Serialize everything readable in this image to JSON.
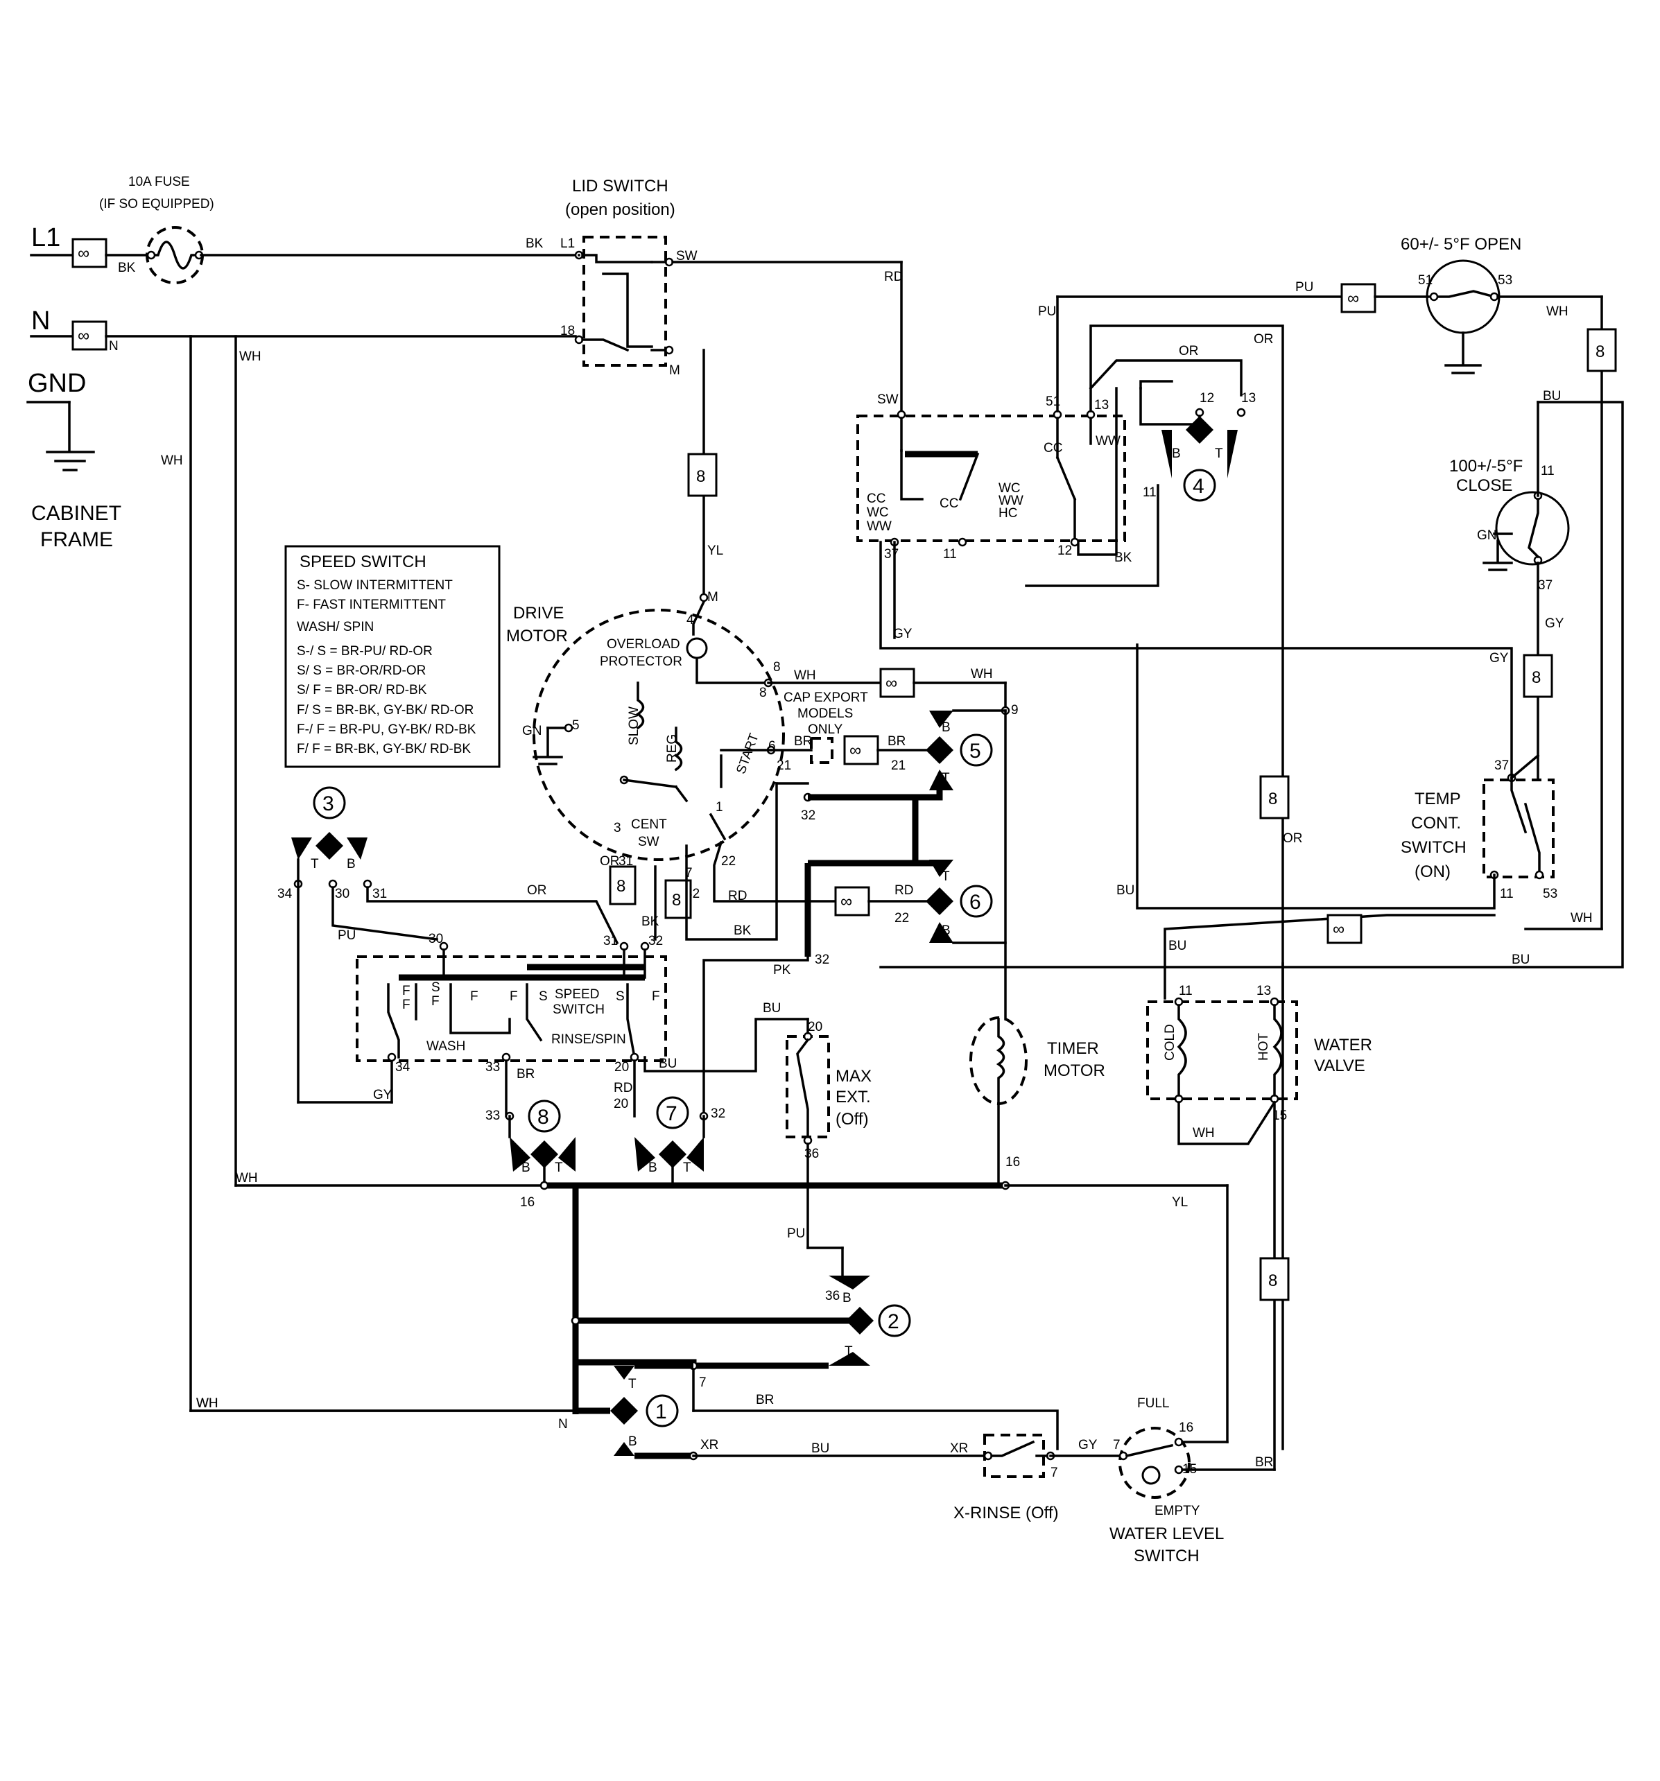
{
  "power": {
    "l1": "L1",
    "n": "N",
    "gnd": "GND",
    "cabinet": [
      "CABINET",
      "FRAME"
    ]
  },
  "fuse": {
    "title": "10A FUSE",
    "note": "(IF SO EQUIPPED)"
  },
  "lid_switch": {
    "title": "LID SWITCH",
    "subtitle": "(open position)"
  },
  "thermostat_open": {
    "title": "60+/- 5°F OPEN"
  },
  "thermostat_close": {
    "title": [
      "100+/-5°F",
      "CLOSE"
    ]
  },
  "speed_switch_legend": {
    "title": "SPEED SWITCH",
    "lines": [
      "S- SLOW INTERMITTENT",
      "F- FAST INTERMITTENT",
      "WASH/ SPIN",
      "S-/ S = BR-PU/ RD-OR",
      "S/ S = BR-OR/RD-OR",
      "S/ F = BR-OR/ RD-BK",
      "F/ S = BR-BK, GY-BK/ RD-OR",
      "F-/ F = BR-PU, GY-BK/ RD-BK",
      "F/ F = BR-BK, GY-BK/ RD-BK"
    ]
  },
  "drive_motor": {
    "title": [
      "DRIVE",
      "MOTOR"
    ],
    "overload": [
      "OVERLOAD",
      "PROTECTOR"
    ],
    "slow": "SLOW",
    "reg": "REG",
    "start": "START",
    "cent": [
      "CENT",
      "SW"
    ]
  },
  "cap_export": [
    "CAP EXPORT",
    "MODELS",
    "ONLY"
  ],
  "timer_motor": [
    "TIMER",
    "MOTOR"
  ],
  "water_valve": {
    "title": [
      "WATER",
      "VALVE"
    ],
    "cold": "COLD",
    "hot": "HOT"
  },
  "temp_switch": [
    "TEMP",
    "CONT.",
    "SWITCH",
    "(ON)"
  ],
  "max_ext": [
    "MAX",
    "EXT.",
    "(Off)"
  ],
  "speed_switch_block": {
    "label": [
      "SPEED",
      "SWITCH"
    ],
    "wash": "WASH",
    "rinse_spin": "RINSE/SPIN"
  },
  "x_rinse": "X-RINSE (Off)",
  "water_level": {
    "full": "FULL",
    "empty": "EMPTY",
    "title": [
      "WATER LEVEL",
      "SWITCH"
    ]
  },
  "timer_cams": [
    "1",
    "2",
    "3",
    "4",
    "5",
    "6",
    "7",
    "8"
  ],
  "wire_colors": {
    "bk": "BK",
    "wh": "WH",
    "rd": "RD",
    "yl": "YL",
    "pu": "PU",
    "or": "OR",
    "bu": "BU",
    "gy": "GY",
    "gn": "GN",
    "br": "BR",
    "pk": "PK",
    "sw": "SW",
    "m": "M"
  },
  "terminals": {
    "l1": "L1",
    "n": "N",
    "t18": "18",
    "t37": "37",
    "t11": "11",
    "t12": "12",
    "t13": "13",
    "t51": "51",
    "t53": "53",
    "t6": "6",
    "t8": "8",
    "t9": "9",
    "t21": "21",
    "t22": "22",
    "t32": "32",
    "t34": "34",
    "t30": "30",
    "t31": "31",
    "t33": "33",
    "t20": "20",
    "t36": "36",
    "t16": "16",
    "t15": "15",
    "t7": "7",
    "t4": "4",
    "t5": "5",
    "t3": "3",
    "t1": "1",
    "xr": "XR",
    "cc": "CC",
    "wc": "WC",
    "ww": "WW",
    "hc": "HC",
    "s": "S",
    "f": "F",
    "b": "B",
    "t": "T"
  }
}
